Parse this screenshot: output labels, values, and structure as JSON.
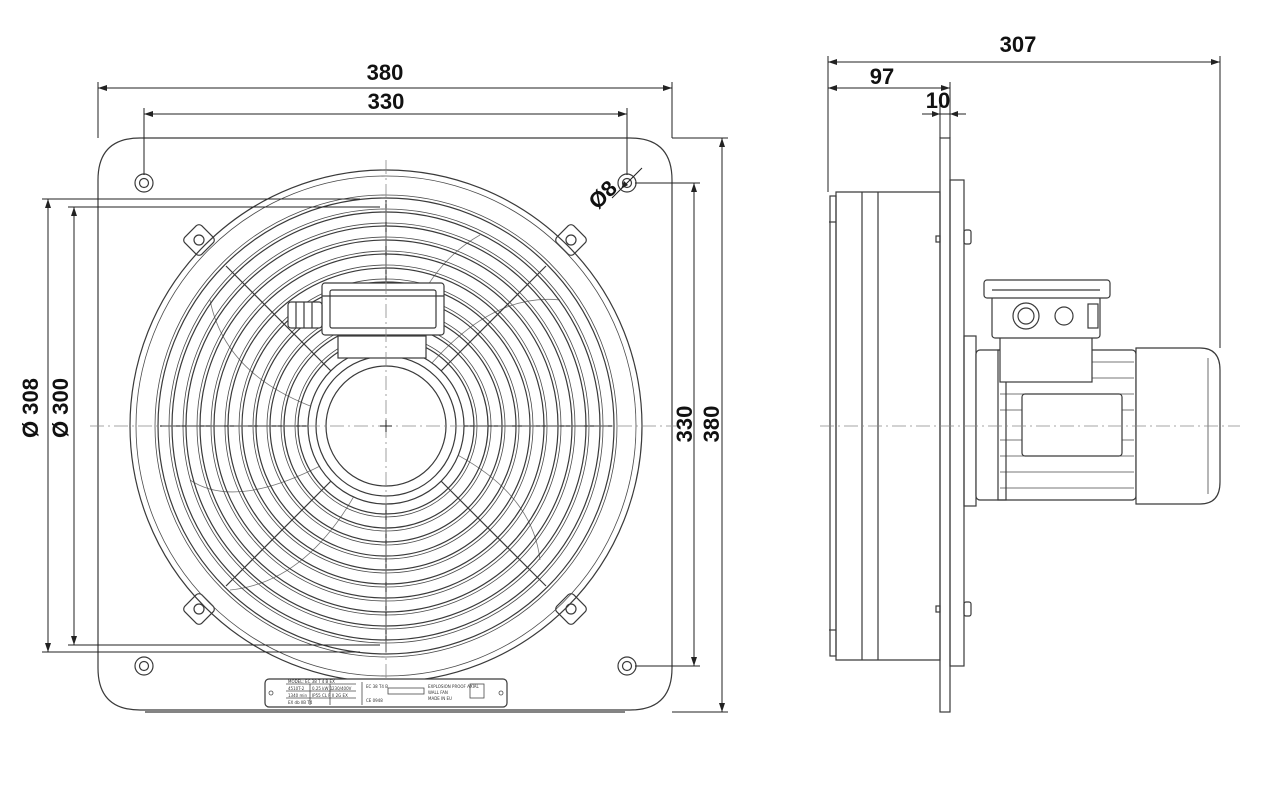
{
  "dimensions": {
    "front_width_outer": "380",
    "front_width_holes": "330",
    "front_height_holes": "330",
    "front_height_outer": "380",
    "dia_308": "Ø 308",
    "dia_300": "Ø 300",
    "hole_dia": "Ø8",
    "side_total_depth": "307",
    "side_frame_depth": "97",
    "side_plate_thickness": "10"
  },
  "nameplate": {
    "model_line": "MODEL: EC 38 T 4 B EX",
    "code_a": "4510T-2",
    "code_b": "0.25 kW 1",
    "code_c": "230/400V",
    "code_d": "1340 min",
    "code_e": "IP55 CL F",
    "code_f": "II 2G EX",
    "code_g": "EX db IIB T4",
    "code_h": "EC 38 T4 B",
    "code_i": "CE 0948",
    "addr_1": "EXPLOSION PROOF AXIAL",
    "addr_2": "WALL FAN",
    "addr_3": "MADE IN EU"
  }
}
